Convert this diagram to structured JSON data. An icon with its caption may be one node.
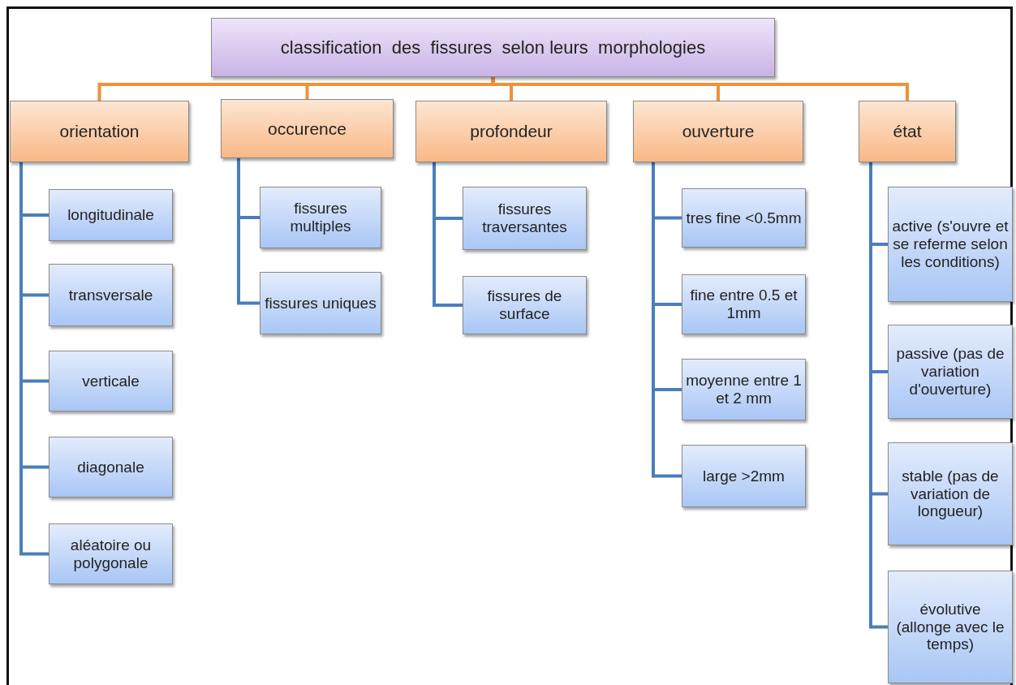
{
  "diagram": {
    "nodes": [
      {
        "text": [
          "classification  des  fissures  selon leurs  morphologies"
        ]
      },
      {
        "text": [
          "orientation"
        ]
      },
      {
        "text": [
          "occurence"
        ]
      },
      {
        "text": [
          "profondeur"
        ]
      },
      {
        "text": [
          "ouverture"
        ]
      },
      {
        "text": [
          "état"
        ]
      },
      {
        "text": [
          "longitudinale"
        ]
      },
      {
        "text": [
          "transversale"
        ]
      },
      {
        "text": [
          "verticale"
        ]
      },
      {
        "text": [
          "diagonale"
        ]
      },
      {
        "text": [
          "aléatoire ou polygonale"
        ]
      },
      {
        "text": [
          "fissures multiples"
        ]
      },
      {
        "text": [
          "fissures uniques"
        ]
      },
      {
        "text": [
          "fissures traversantes"
        ]
      },
      {
        "text": [
          "fissures de surface"
        ]
      },
      {
        "text": [
          "tres fine <0.5mm"
        ]
      },
      {
        "text": [
          "fine entre 0.5 et 1mm"
        ]
      },
      {
        "text": [
          "moyenne entre 1 et 2 mm"
        ]
      },
      {
        "text": [
          "large >2mm"
        ]
      },
      {
        "text": [
          "active (s'ouvre et se referme selon les conditions)"
        ]
      },
      {
        "text": [
          "passive (pas de variation d'ouverture)"
        ]
      },
      {
        "text": [
          "stable (pas de variation de longueur)"
        ]
      },
      {
        "text": [
          "évolutive (allonge avec le temps)"
        ]
      }
    ],
    "edges": [
      {
        "from": 0,
        "to": 1,
        "arrow": "none",
        "color": "#f0913a"
      },
      {
        "from": 0,
        "to": 2,
        "arrow": "none",
        "color": "#f0913a"
      },
      {
        "from": 0,
        "to": 3,
        "arrow": "none",
        "color": "#f0913a"
      },
      {
        "from": 0,
        "to": 4,
        "arrow": "none",
        "color": "#f0913a"
      },
      {
        "from": 0,
        "to": 5,
        "arrow": "none",
        "color": "#f0913a"
      },
      {
        "from": 1,
        "to": 6,
        "arrow": "none"
      },
      {
        "from": 1,
        "to": 7,
        "arrow": "none"
      },
      {
        "from": 1,
        "to": 8,
        "arrow": "none"
      },
      {
        "from": 1,
        "to": 9,
        "arrow": "none"
      },
      {
        "from": 1,
        "to": 10,
        "arrow": "none"
      },
      {
        "from": 2,
        "to": 11,
        "arrow": "none"
      },
      {
        "from": 2,
        "to": 12,
        "arrow": "none"
      },
      {
        "from": 3,
        "to": 13,
        "arrow": "none"
      },
      {
        "from": 3,
        "to": 14,
        "arrow": "none"
      },
      {
        "from": 4,
        "to": 15,
        "arrow": "none"
      },
      {
        "from": 4,
        "to": 16,
        "arrow": "none"
      },
      {
        "from": 4,
        "to": 17,
        "arrow": "none"
      },
      {
        "from": 4,
        "to": 18,
        "arrow": "none"
      },
      {
        "from": 5,
        "to": 19,
        "arrow": "none"
      },
      {
        "from": 5,
        "to": 20,
        "arrow": "none"
      },
      {
        "from": 5,
        "to": 21,
        "arrow": "none"
      },
      {
        "from": 5,
        "to": 22,
        "arrow": "none"
      }
    ]
  }
}
